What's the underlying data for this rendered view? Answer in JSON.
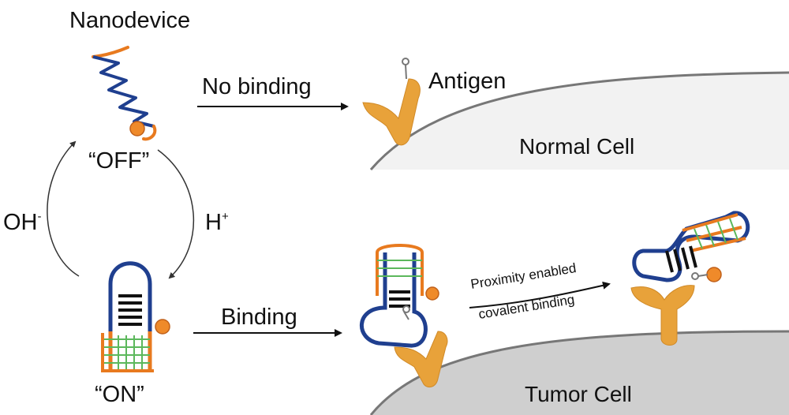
{
  "title": "Nanodevice",
  "states": {
    "off": "“OFF”",
    "on": "“ON”"
  },
  "cycle": {
    "left_label": "OH",
    "left_sup": "-",
    "right_label": "H",
    "right_sup": "+"
  },
  "arrows": {
    "top": "No binding",
    "bottom": "Binding",
    "proximity_line1": "Proximity enabled",
    "proximity_line2": "covalent binding"
  },
  "antigen_label": "Antigen",
  "cells": {
    "normal": "Normal Cell",
    "tumor": "Tumor Cell"
  },
  "colors": {
    "dna_blue": "#1f3f8f",
    "dna_orange": "#e87a1f",
    "base_pair_green": "#5cb85c",
    "antigen_orange": "#e8a23a",
    "ball_orange": "#ef8a2a",
    "normal_cell_fill": "#f2f2f2",
    "tumor_cell_fill": "#cfcfcf",
    "cell_outline": "#777777"
  }
}
